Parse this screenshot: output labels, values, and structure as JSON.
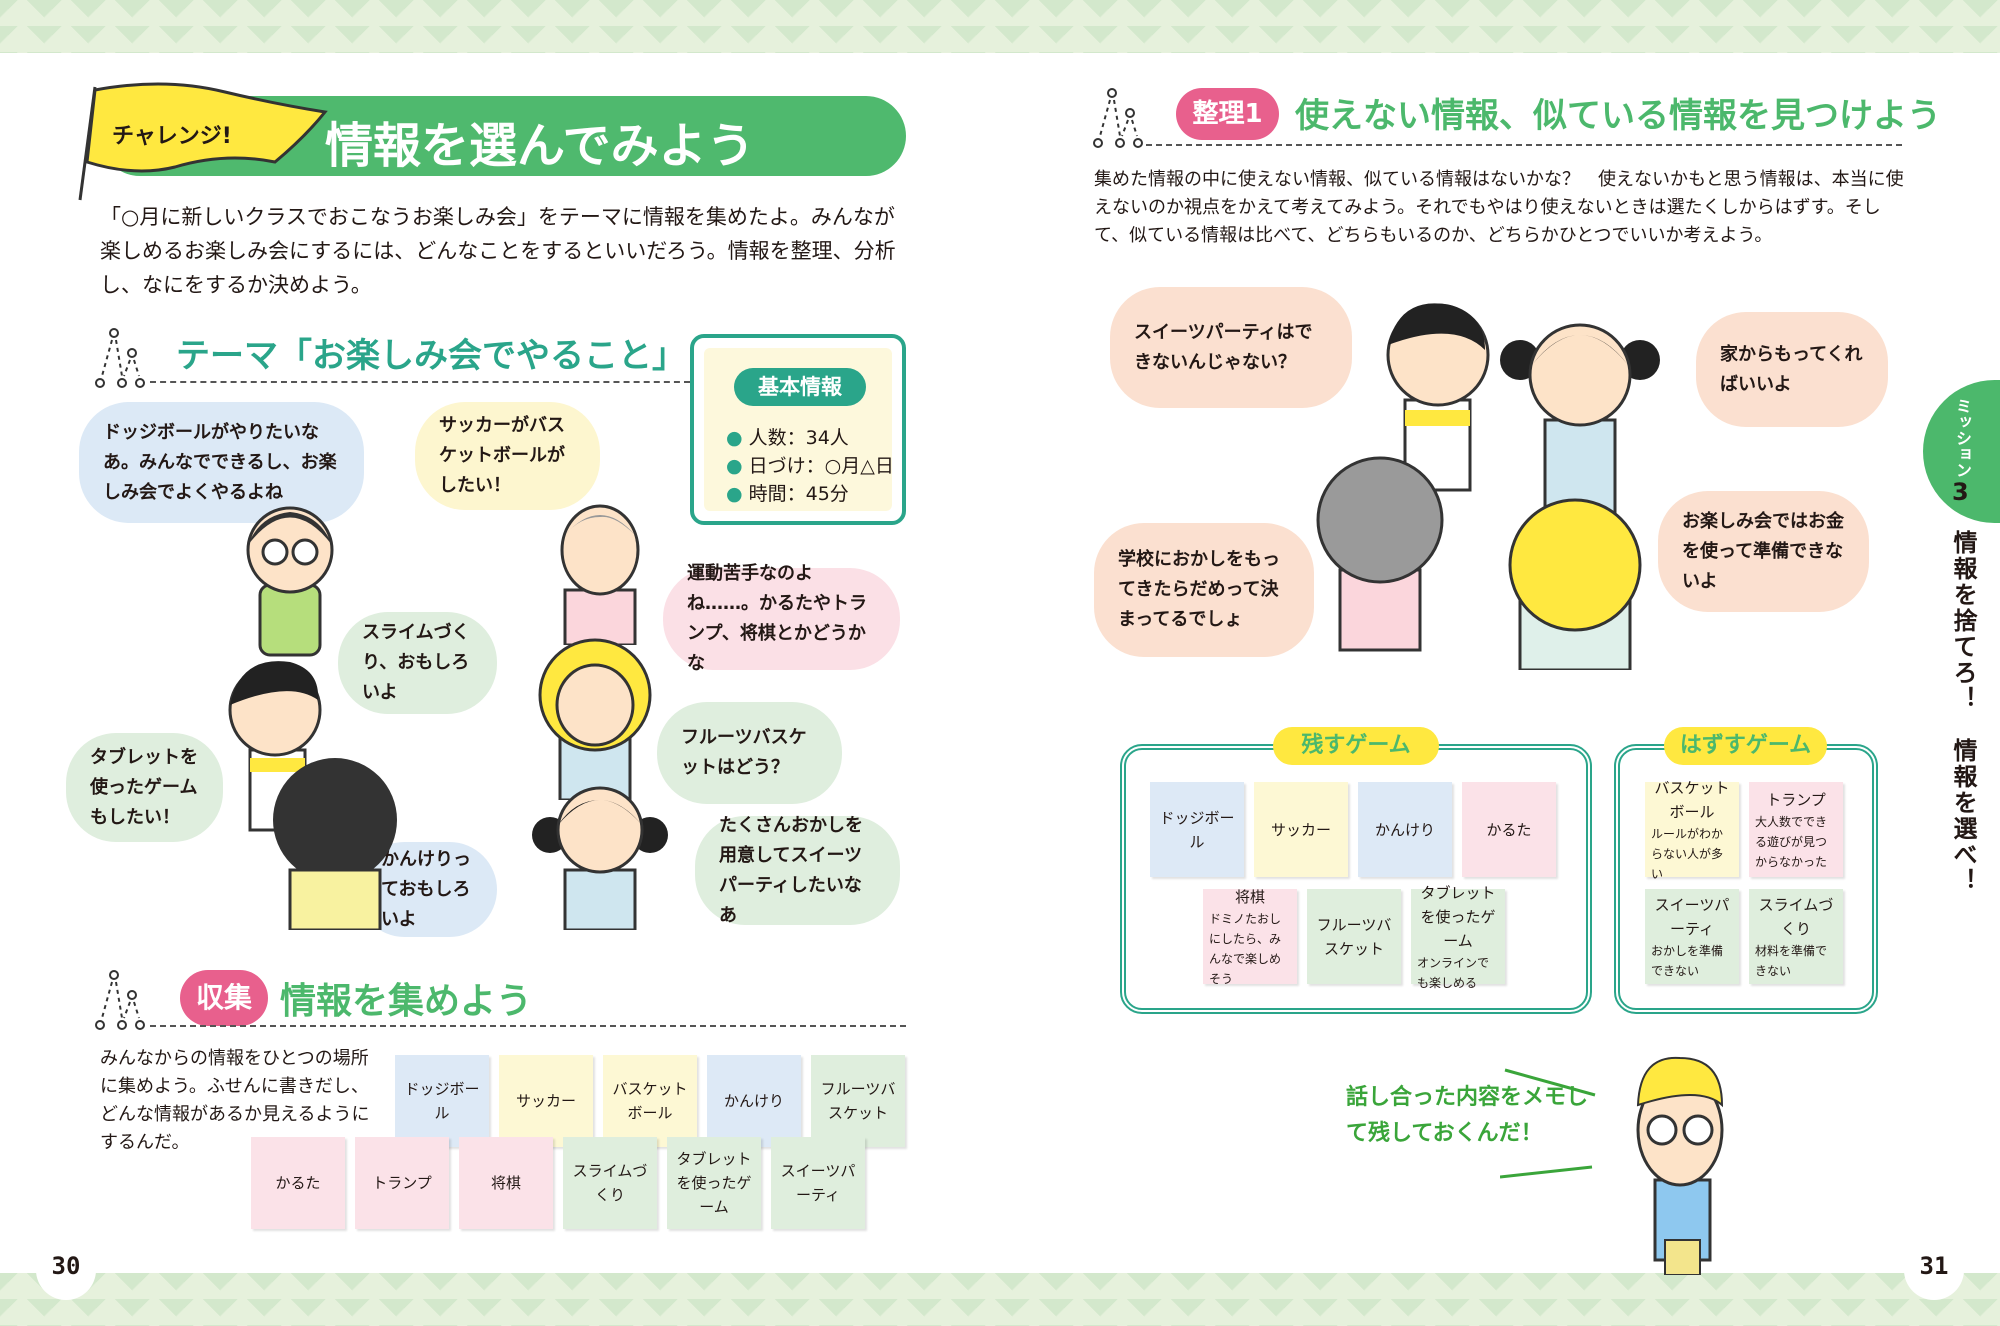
{
  "left_page": {
    "page_number": "30",
    "challenge_label": "チャレンジ!",
    "title": "情報を選んでみよう",
    "intro": "「○月に新しいクラスでおこなうお楽しみ会」をテーマに情報を集めたよ。みんなが楽しめるお楽しみ会にするには、どんなことをするといいだろう。情報を整理、分析し、なにをするか決めよう。",
    "theme_heading": "テーマ「お楽しみ会でやること」",
    "info_box": {
      "title": "基本情報",
      "items": [
        "人数：34人",
        "日づけ：○月△日",
        "時間：45分"
      ]
    },
    "bubbles": [
      "ドッジボールがやりたいなあ。みんなでできるし、お楽しみ会でよくやるよね",
      "サッカーがバスケットボールがしたい！",
      "運動苦手なのよね……。かるたやトランプ、将棋とかどうかな",
      "スライムづくり、おもしろいよ",
      "タブレットを使ったゲームもしたい！",
      "フルーツバスケットはどう？",
      "かんけりっておもしろいよ",
      "たくさんおかしを用意してスイーツパーティしたいなあ"
    ],
    "collect": {
      "badge": "収集",
      "title": "情報を集めよう",
      "text": "みんなからの情報をひとつの場所に集めよう。ふせんに書きだし、どんな情報があるか見えるようにするんだ。",
      "notes_row1": [
        {
          "text": "ドッジボール",
          "color": "blue"
        },
        {
          "text": "サッカー",
          "color": "yellow"
        },
        {
          "text": "バスケットボール",
          "color": "yellow"
        },
        {
          "text": "かんけり",
          "color": "blue"
        },
        {
          "text": "フルーツバスケット",
          "color": "green"
        }
      ],
      "notes_row2": [
        {
          "text": "かるた",
          "color": "pink"
        },
        {
          "text": "トランプ",
          "color": "pink"
        },
        {
          "text": "将棋",
          "color": "pink"
        },
        {
          "text": "スライムづくり",
          "color": "green"
        },
        {
          "text": "タブレットを使ったゲーム",
          "color": "green"
        },
        {
          "text": "スイーツパーティ",
          "color": "green"
        }
      ]
    }
  },
  "right_page": {
    "page_number": "31",
    "badge": "整理1",
    "title": "使えない情報、似ている情報を見つけよう",
    "intro": "集めた情報の中に使えない情報、似ている情報はないかな？　使えないかもと思う情報は、本当に使えないのか視点をかえて考えてみよう。それでもやはり使えないときは選たくしからはずす。そして、似ている情報は比べて、どちらもいるのか、どちらかひとつでいいか考えよう。",
    "bubbles": [
      "スイーツパーティはできないんじゃない？",
      "家からもってくればいいよ",
      "学校におかしをもってきたらだめって決まってるでしょ",
      "お楽しみ会ではお金を使って準備できないよ"
    ],
    "keep": {
      "label": "残すゲーム",
      "notes_row1": [
        {
          "text": "ドッジボール",
          "color": "blue"
        },
        {
          "text": "サッカー",
          "color": "yellow"
        },
        {
          "text": "かんけり",
          "color": "blue"
        },
        {
          "text": "かるた",
          "color": "pink"
        }
      ],
      "notes_row2": [
        {
          "text": "将棋",
          "sub": "ドミノたおしにしたら、みんなで楽しめそう",
          "color": "pink"
        },
        {
          "text": "フルーツバスケット",
          "color": "green"
        },
        {
          "text": "タブレットを使ったゲーム",
          "sub": "オンラインでも楽しめる",
          "color": "green"
        }
      ]
    },
    "drop": {
      "label": "はずすゲーム",
      "notes": [
        {
          "text": "バスケットボール",
          "sub": "ルールがわからない人が多い",
          "color": "yellow"
        },
        {
          "text": "トランプ",
          "sub": "大人数でできる遊びが見つからなかった",
          "color": "pink"
        },
        {
          "text": "スイーツパーティ",
          "sub": "おかしを準備できない",
          "color": "green"
        },
        {
          "text": "スライムづくり",
          "sub": "材料を準備できない",
          "color": "green"
        }
      ]
    },
    "memo": "話し合った内容をメモして残しておくんだ！",
    "side_tab": {
      "mission": "ミッション",
      "number": "3",
      "caption": "情報を捨てろ！　情報を選べ！"
    }
  },
  "colors": {
    "green": "#4cb86c",
    "teal": "#2aa58a",
    "pink": "#e8608d",
    "yellow": "#ffe840",
    "blue_note": "#dde9f6",
    "yellow_note": "#fdf8d4",
    "pink_note": "#fbe2e8",
    "green_note": "#dfeedd"
  }
}
